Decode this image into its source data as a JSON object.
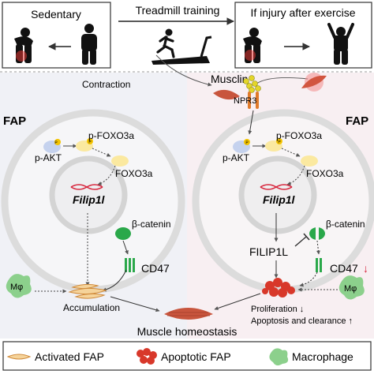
{
  "top": {
    "sedentary": "Sedentary",
    "treadmill": "Treadmill training",
    "injury": "If injury after exercise"
  },
  "labels": {
    "contraction": "Contraction",
    "musclin": "Musclin",
    "npr3": "NPR3",
    "fap_left": "FAP",
    "fap_right": "FAP",
    "p_foxo3a_left": "p-FOXO3a",
    "p_akt_left": "p-AKT",
    "foxo3a_left": "FOXO3a",
    "filip_left": "Filip1l",
    "beta_catenin_left": "β-catenin",
    "cd47_left": "CD47",
    "mphi_left": "Mφ",
    "accumulation": "Accumulation",
    "p_foxo3a_right": "p-FOXO3a",
    "p_akt_right": "p-AKT",
    "foxo3a_right": "FOXO3a",
    "filip_right": "Filip1l",
    "beta_catenin_right": "β-catenin",
    "filip1l_protein": "FILIP1L",
    "cd47_right": "CD47",
    "cd47_arrow": "↓",
    "mphi_right": "Mφ",
    "proliferation": "Proliferation ↓",
    "apoptosis": "Apoptosis and clearance ↑",
    "homeostasis": "Muscle homeostasis",
    "p_mark": "P"
  },
  "legend": {
    "activated": "Activated FAP",
    "apoptotic": "Apoptotic FAP",
    "macrophage": "Macrophage"
  },
  "colors": {
    "left_bg": "#eef0f7",
    "right_bg": "#fbeff0",
    "cell_ring": "#e2e2e2",
    "protein": "#fbe9a0",
    "akt": "#c5d2ee",
    "phospho": "#f3c300",
    "catenin": "#2aa84a",
    "macrophage": "#8cd08c",
    "muscle": "#c8553d",
    "apoptotic": "#d8382a",
    "dna_red": "#d7263d"
  }
}
